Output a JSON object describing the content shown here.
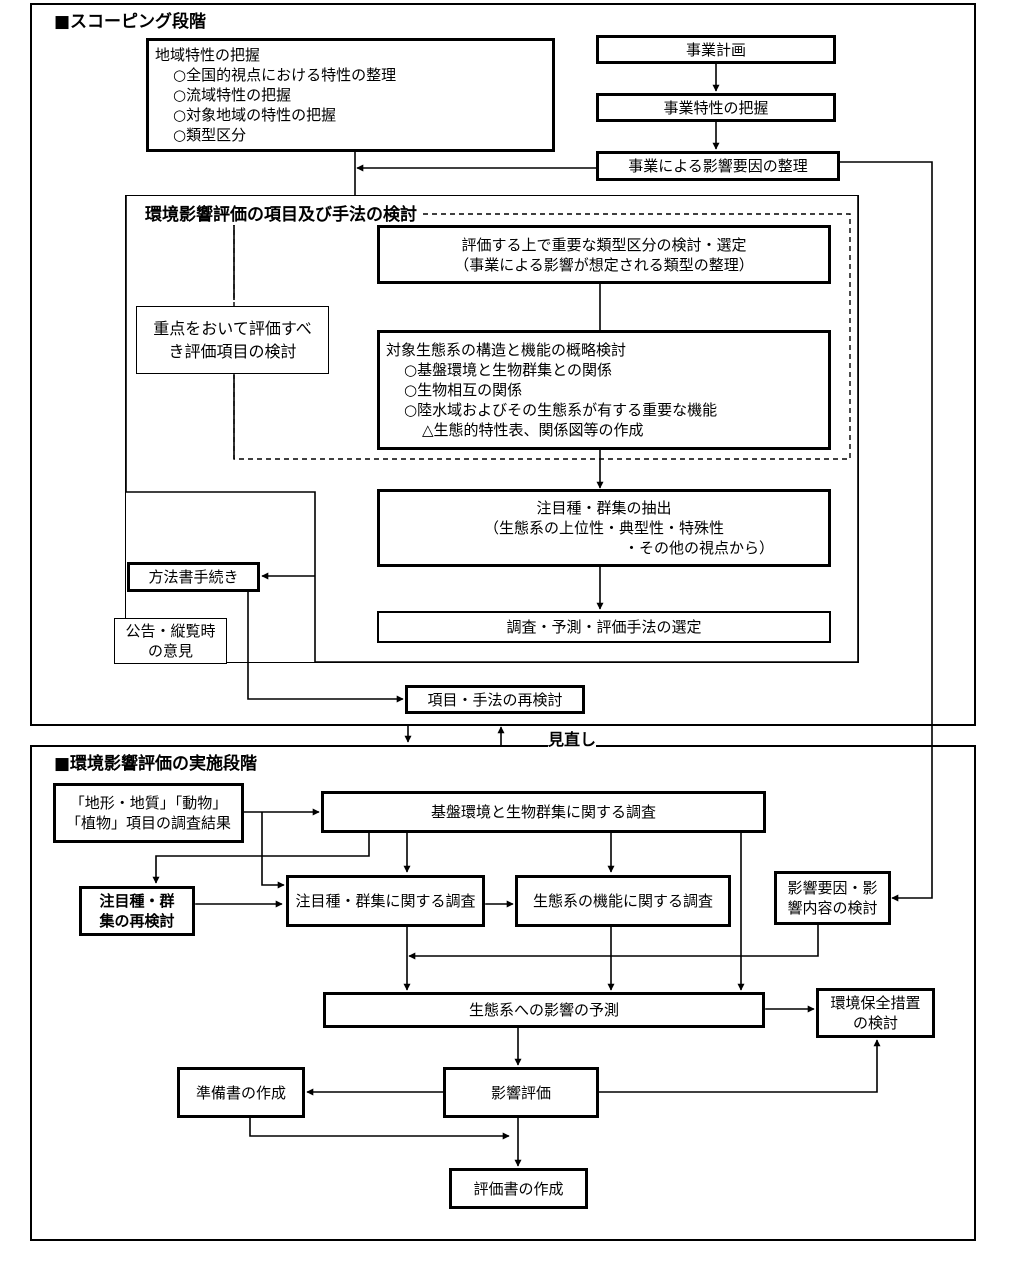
{
  "sections": {
    "scoping_title": "■スコーピング段階",
    "method_title": "環境影響評価の項目及び手法の検討",
    "implementation_title": "■環境影響評価の実施段階"
  },
  "boxes": {
    "regional": {
      "heading": "地域特性の把握",
      "items": [
        "○全国的視点における特性の整理",
        "○流域特性の把握",
        "○対象地域の特性の把握",
        "○類型区分"
      ]
    },
    "project_plan": "事業計画",
    "project_char": "事業特性の把握",
    "impact_factors": "事業による影響要因の整理",
    "key_items": [
      "重点をおいて評価すべ",
      "き評価項目の検討"
    ],
    "type_select": [
      "評価する上で重要な類型区分の検討・選定",
      "（事業による影響が想定される類型の整理）"
    ],
    "ecosystem_overview": {
      "heading": "対象生態系の構造と機能の概略検討",
      "items": [
        "○基盤環境と生物群集との関係",
        "○生物相互の関係",
        "○陸水域およびその生態系が有する重要な機能"
      ],
      "sub": "△生態的特性表、関係図等の作成"
    },
    "focus_species": [
      "注目種・群集の抽出",
      "（生態系の上位性・典型性・特殊性",
      "・その他の視点から）"
    ],
    "method_select": "調査・予測・評価手法の選定",
    "method_doc": "方法書手続き",
    "public_opinion": [
      "公告・縦覧時",
      "の意見"
    ],
    "reexamine": "項目・手法の再検討",
    "field_results": [
      "「地形・地質」「動物」",
      "「植物」項目の調査結果"
    ],
    "base_survey": "基盤環境と生物群集に関する調査",
    "species_reexam": [
      "注目種・群",
      "集の再検討"
    ],
    "species_survey": "注目種・群集に関する調査",
    "function_survey": "生態系の機能に関する調査",
    "impact_review": [
      "影響要因・影",
      "響内容の検討"
    ],
    "prediction": "生態系への影響の予測",
    "conservation": [
      "環境保全措置",
      "の検討"
    ],
    "prep_doc": "準備書の作成",
    "evaluation": "影響評価",
    "eval_doc": "評価書の作成"
  },
  "labels": {
    "review": "見直し"
  }
}
